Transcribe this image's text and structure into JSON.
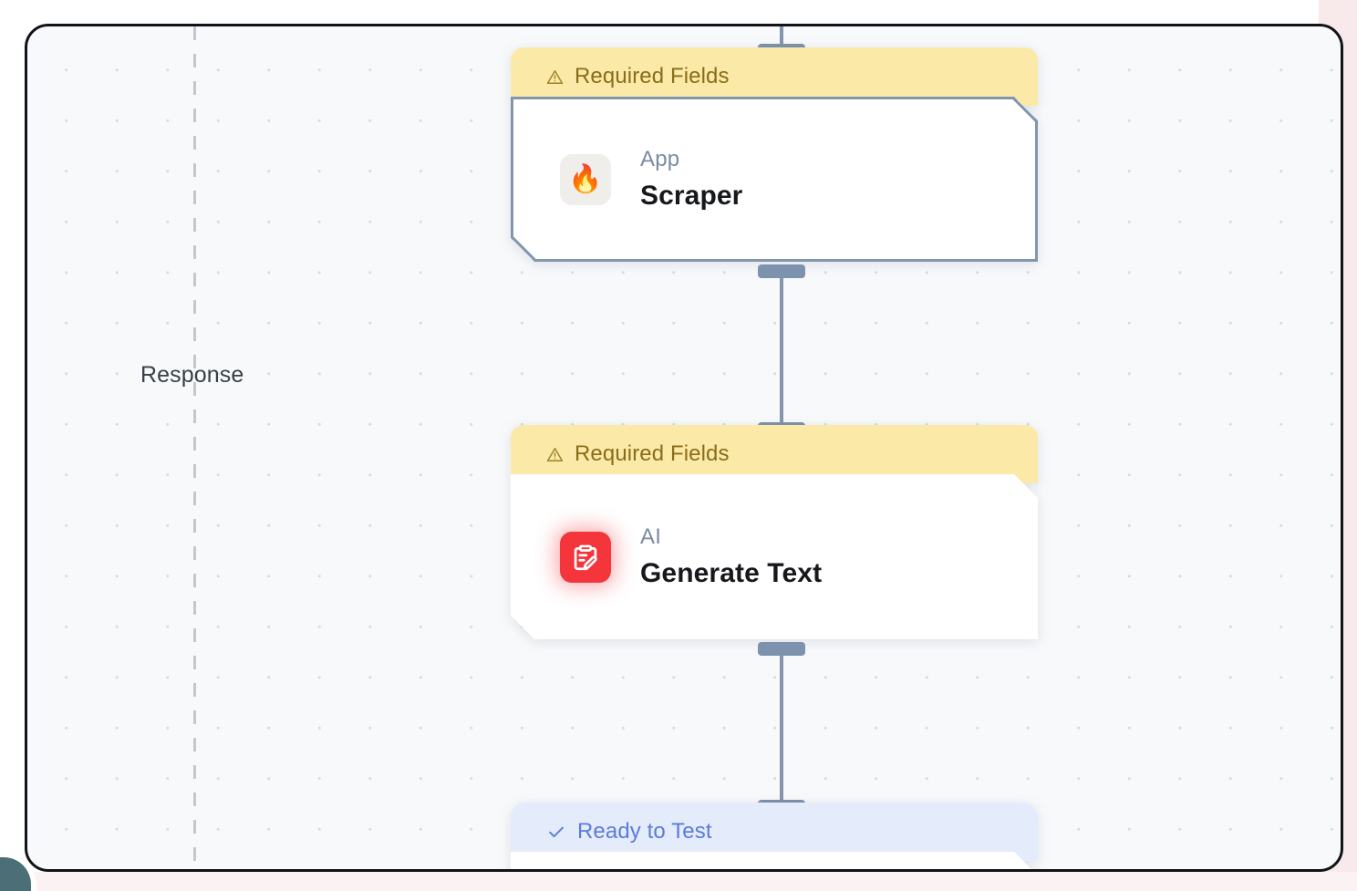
{
  "canvas": {
    "lane_label": "Response",
    "background_color": "#f7f9fb",
    "grid": "dotted",
    "border_color": "#111317"
  },
  "nodes": [
    {
      "id": "scraper",
      "status_banner": {
        "label": "Required Fields",
        "icon": "warning-triangle-icon",
        "state": "warning",
        "background_color": "#fbe9a8",
        "text_color": "#8a6d1a"
      },
      "icon": "fire-emoji-icon",
      "icon_glyph": "🔥",
      "icon_background": "#f0eeeb",
      "kind": "App",
      "title": "Scraper",
      "selected": true,
      "border_color": "#8296ab"
    },
    {
      "id": "generate-text",
      "status_banner": {
        "label": "Required Fields",
        "icon": "warning-triangle-icon",
        "state": "warning",
        "background_color": "#fbe9a8",
        "text_color": "#8a6d1a"
      },
      "icon": "clipboard-pencil-icon",
      "icon_background": "#f4353b",
      "kind": "AI",
      "title": "Generate Text",
      "selected": false
    },
    {
      "id": "ready",
      "status_banner": {
        "label": "Ready to Test",
        "icon": "check-icon",
        "state": "ready",
        "background_color": "#e4ebfa",
        "text_color": "#5b7cd8"
      },
      "kind": "",
      "title": "",
      "selected": false
    }
  ],
  "connectors": [
    {
      "id": "top-inlet",
      "from": "",
      "to": "scraper",
      "color": "#8496ad"
    },
    {
      "id": "scraper-to-generate-text",
      "from": "scraper",
      "to": "generate-text",
      "color": "#8496ad"
    },
    {
      "id": "generate-text-to-ready",
      "from": "generate-text",
      "to": "ready",
      "color": "#8496ad"
    }
  ]
}
